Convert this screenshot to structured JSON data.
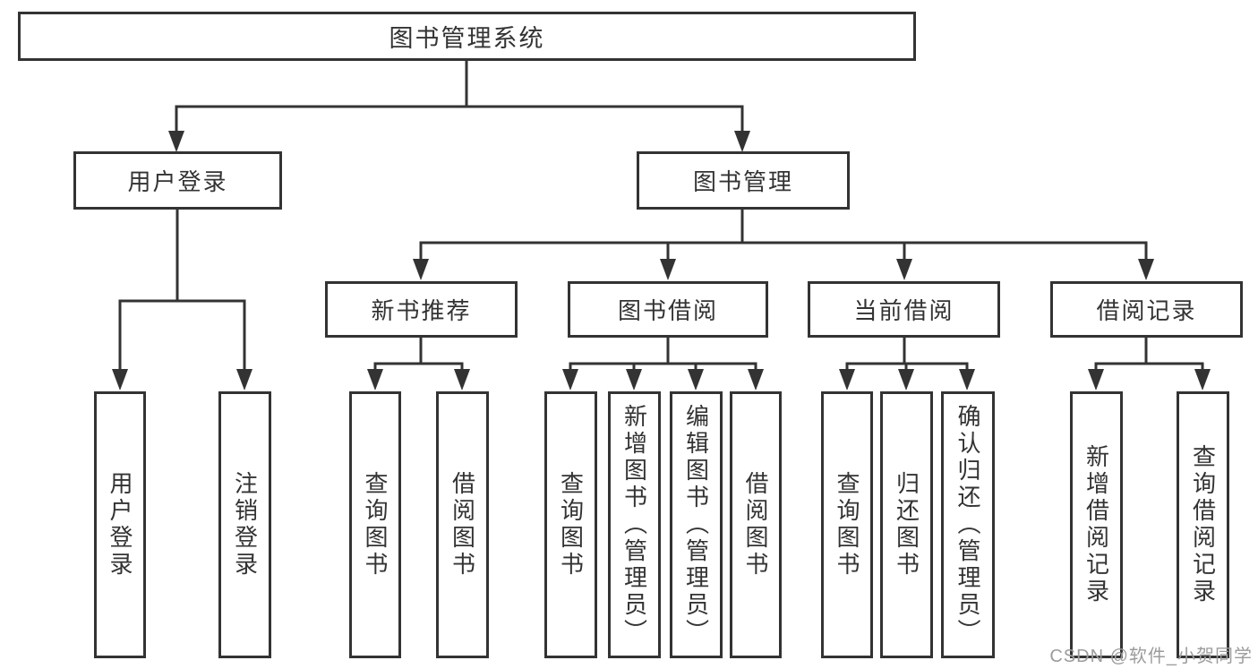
{
  "colors": {
    "line": "#333333",
    "text": "#333333",
    "watermark_gray": "#9c9c9c",
    "background": "#ffffff"
  },
  "diagram": {
    "root": {
      "label": "图书管理系统"
    },
    "branches": [
      {
        "label": "用户登录",
        "leaves": [
          {
            "label": "用户登录"
          },
          {
            "label": "注销登录"
          }
        ]
      },
      {
        "label": "图书管理",
        "groups": [
          {
            "label": "新书推荐",
            "leaves": [
              {
                "label": "查询图书"
              },
              {
                "label": "借阅图书"
              }
            ]
          },
          {
            "label": "图书借阅",
            "leaves": [
              {
                "label": "查询图书"
              },
              {
                "label": "新增图书（管理员）"
              },
              {
                "label": "编辑图书（管理员）"
              },
              {
                "label": "借阅图书"
              }
            ]
          },
          {
            "label": "当前借阅",
            "leaves": [
              {
                "label": "查询图书"
              },
              {
                "label": "归还图书"
              },
              {
                "label": "确认归还（管理员）"
              }
            ]
          },
          {
            "label": "借阅记录",
            "leaves": [
              {
                "label": "新增借阅记录"
              },
              {
                "label": "查询借阅记录"
              }
            ]
          }
        ]
      }
    ]
  },
  "watermark": {
    "text": "CSDN @软件_小贺同学"
  }
}
